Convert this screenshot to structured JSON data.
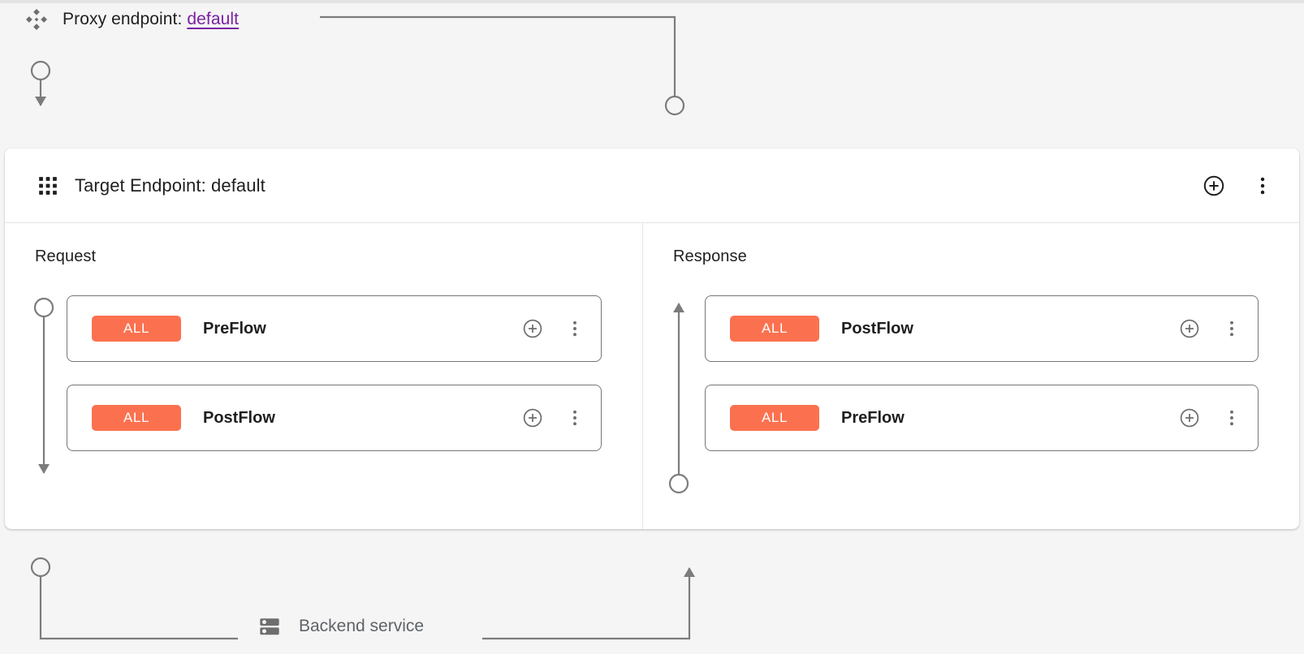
{
  "theme": {
    "page_bg": "#f5f5f5",
    "card_bg": "#ffffff",
    "badge_color": "#fb7150",
    "link_color": "#7b1fa2",
    "connector_color": "#7c7c7c",
    "text_color": "#1f1f1f",
    "muted_text_color": "#5f6368",
    "border_color": "#767676"
  },
  "proxy": {
    "icon": "proxy-endpoint-icon",
    "label_prefix": "Proxy endpoint: ",
    "link_text": "default"
  },
  "endpoint_card": {
    "icon": "grid-apps-icon",
    "title": "Target Endpoint: default",
    "actions": [
      {
        "name": "add-button",
        "icon": "plus-circle-icon"
      },
      {
        "name": "more-options-button",
        "icon": "more-vert-icon"
      }
    ]
  },
  "columns": [
    {
      "id": "request",
      "title": "Request",
      "flow_direction": "down",
      "flows": [
        {
          "badge": "ALL",
          "name": "PreFlow",
          "add_icon": "plus-circle-icon",
          "menu_icon": "more-vert-icon"
        },
        {
          "badge": "ALL",
          "name": "PostFlow",
          "add_icon": "plus-circle-icon",
          "menu_icon": "more-vert-icon"
        }
      ]
    },
    {
      "id": "response",
      "title": "Response",
      "flow_direction": "up",
      "flows": [
        {
          "badge": "ALL",
          "name": "PostFlow",
          "add_icon": "plus-circle-icon",
          "menu_icon": "more-vert-icon"
        },
        {
          "badge": "ALL",
          "name": "PreFlow",
          "add_icon": "plus-circle-icon",
          "menu_icon": "more-vert-icon"
        }
      ]
    }
  ],
  "backend": {
    "icon": "server-stack-icon",
    "label": "Backend service"
  }
}
